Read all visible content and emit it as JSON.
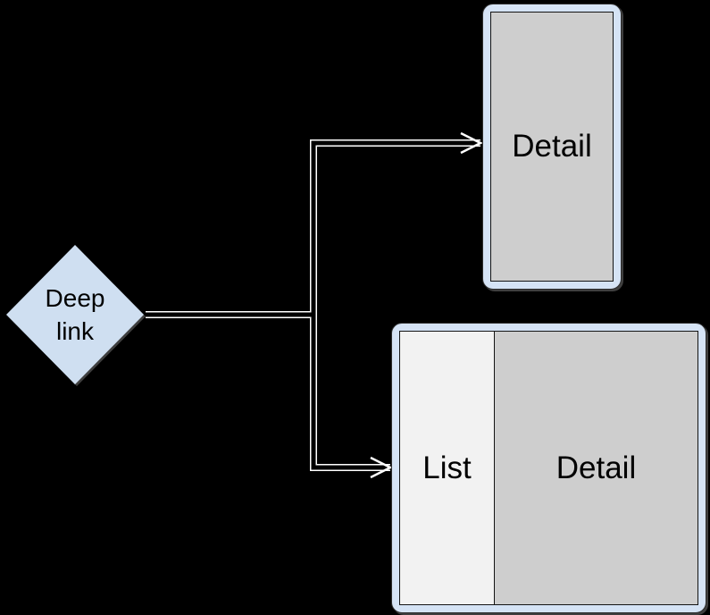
{
  "colors": {
    "canvas_bg": "#000000",
    "diamond_fill": "#cfdff1",
    "frame_fill": "#d5e3f5",
    "frame_edge": "#2e2e2e",
    "detail_fill": "#cecece",
    "list_fill": "#f2f2f2",
    "panel_border": "#141414",
    "arrow_casing": "#ffffff",
    "arrow_core": "#000000",
    "text": "#000000"
  },
  "diamond": {
    "label": "Deep link",
    "label_lines": [
      "Deep",
      "link"
    ]
  },
  "phone_frame": {
    "label": "Detail"
  },
  "tablet_frame": {
    "panels": [
      {
        "label": "List"
      },
      {
        "label": "Detail"
      }
    ]
  }
}
